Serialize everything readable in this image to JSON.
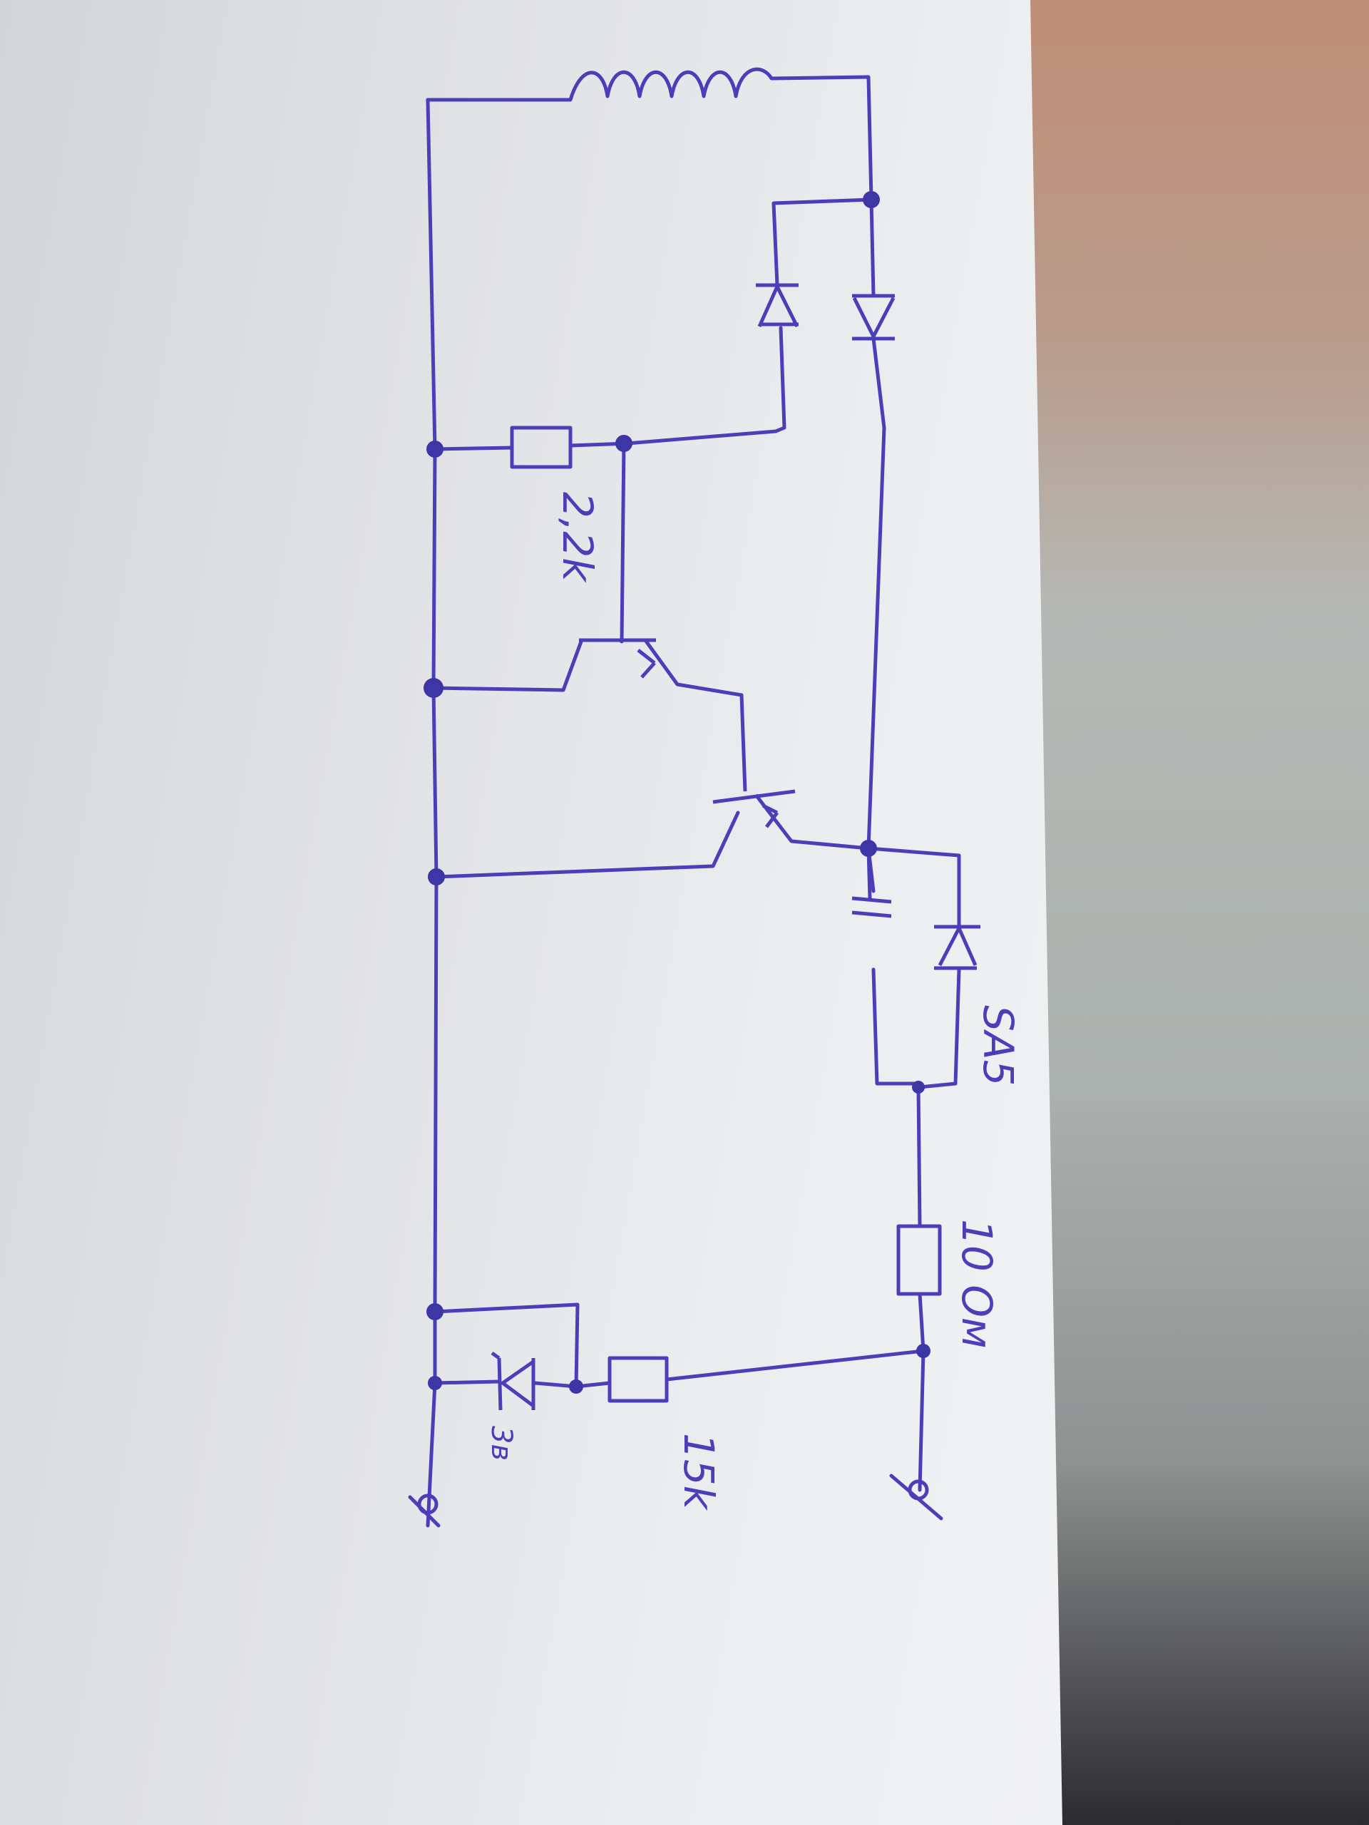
{
  "labels": {
    "r1": "2,2k",
    "r2": "15k",
    "r3": "10 Ом",
    "diode": "SA5",
    "zener": "3в"
  },
  "colors": {
    "ink": "#4a3fb8",
    "paper": "#e6e7ea",
    "background": "#b5b2ae"
  }
}
